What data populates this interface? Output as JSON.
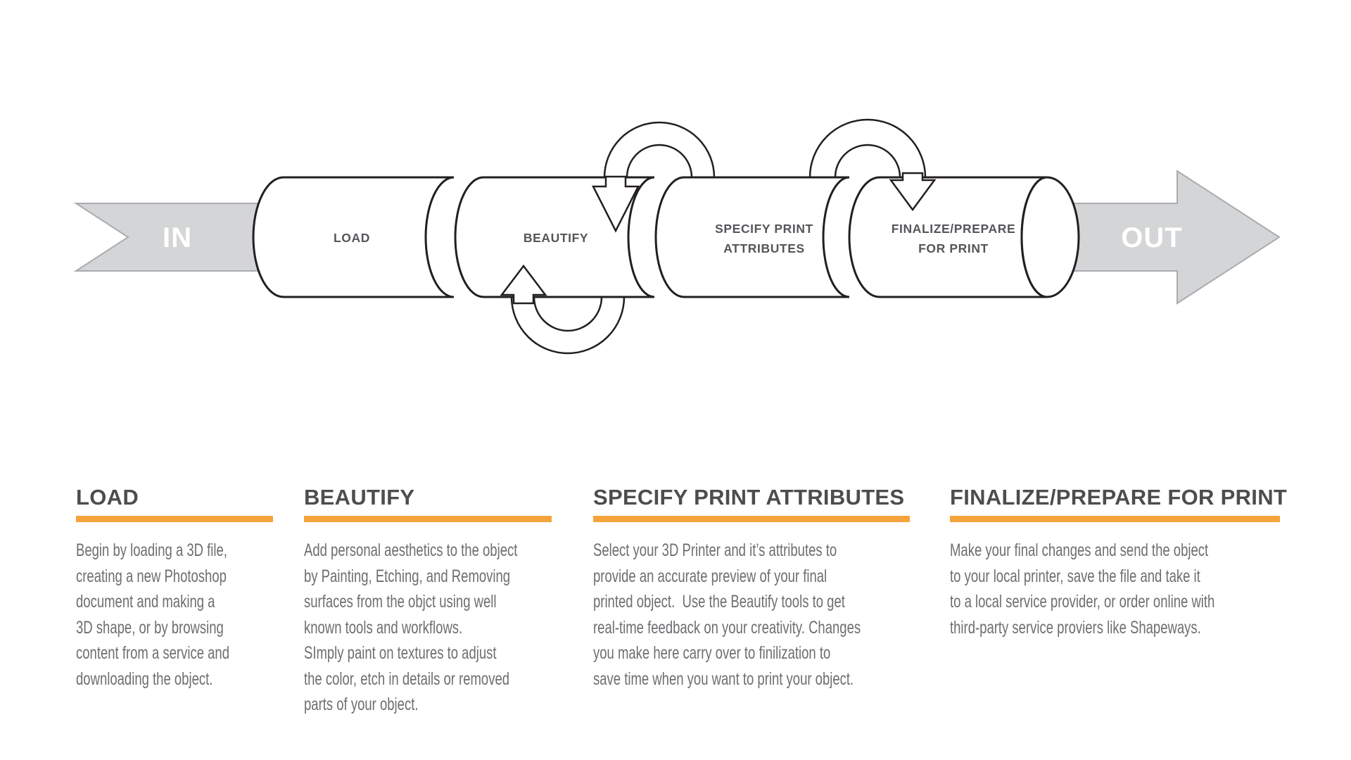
{
  "diagram": {
    "in_label": "IN",
    "out_label": "OUT",
    "stages": [
      {
        "line1": "LOAD",
        "line2": ""
      },
      {
        "line1": "BEAUTIFY",
        "line2": ""
      },
      {
        "line1": "SPECIFY PRINT",
        "line2": "ATTRIBUTES"
      },
      {
        "line1": "FINALIZE/PREPARE",
        "line2": "FOR PRINT"
      }
    ]
  },
  "columns": [
    {
      "heading": "LOAD",
      "body": "Begin by loading a 3D file,\ncreating a new Photoshop\ndocument and making a\n3D shape, or by browsing\ncontent from a service and\ndownloading the object."
    },
    {
      "heading": "BEAUTIFY",
      "body": "Add personal aesthetics to the object\nby Painting, Etching, and Removing\nsurfaces from the objct using well\nknown tools and workflows.\nSImply paint on textures to adjust\nthe color, etch in details or removed\nparts of your object."
    },
    {
      "heading": "SPECIFY PRINT ATTRIBUTES",
      "body": "Select your 3D Printer and it’s attributes to\nprovide an accurate preview of your final\nprinted object.  Use the Beautify tools to get\nreal-time feedback on your creativity. Changes\nyou make here carry over to finilization to\nsave time when you want to print your object."
    },
    {
      "heading": "FINALIZE/PREPARE FOR PRINT",
      "body": "Make your final changes and send the object\nto your local printer, save the file and take it\nto a local service provider, or order online with\nthird-party service proviers like Shapeways."
    }
  ],
  "colors": {
    "accent_orange": "#F5A43C",
    "heading_gray": "#4D4D4F",
    "body_text_gray": "#6D6E71",
    "stage_label_gray": "#55565A",
    "outline_dark": "#231F20",
    "ribbon_gray": "#D4D5D6",
    "ribbon_border_gray": "#A9ABAE",
    "ribbon_text_white": "#FFFFFF"
  }
}
